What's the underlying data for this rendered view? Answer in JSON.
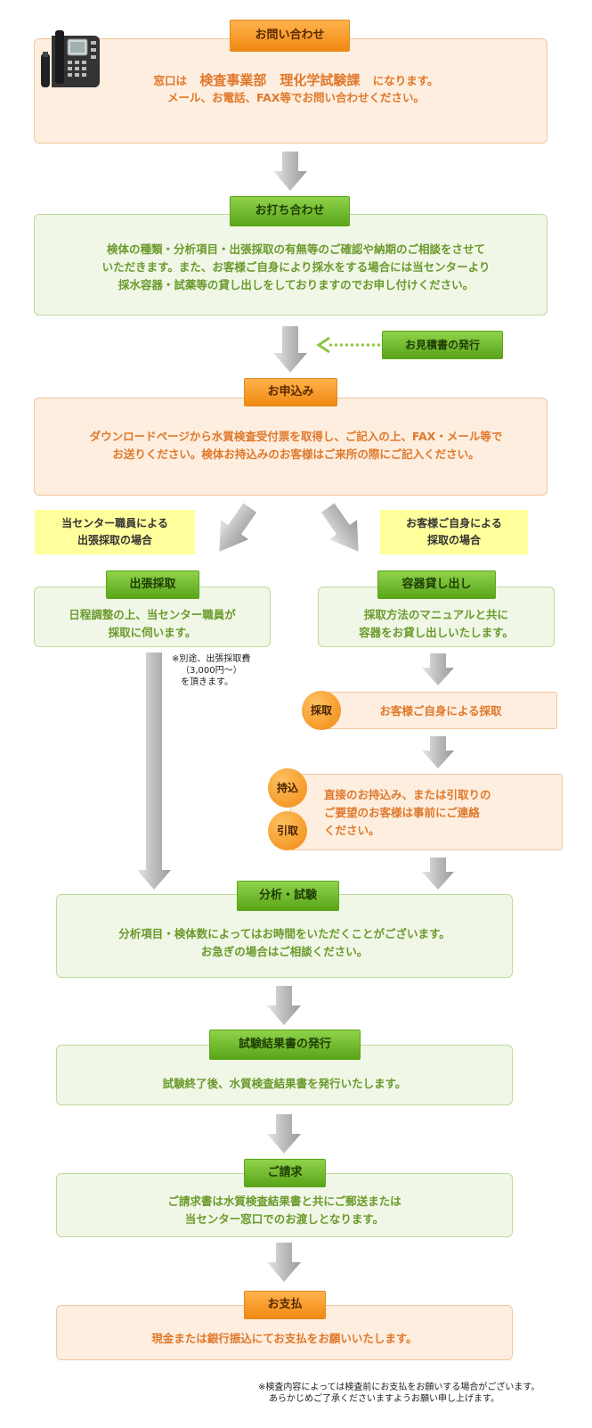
{
  "inquiry": {
    "label": "お問い合わせ",
    "line1_prefix": "窓口は",
    "line1_dept": "検査事業部　理化学試験課",
    "line1_suffix": "になります。",
    "line2": "メール、お電話、FAX等でお問い合わせください。"
  },
  "meeting": {
    "label": "お打ち合わせ",
    "line1": "検体の種類・分析項目・出張採取の有無等のご確認や納期のご相談をさせて",
    "line2": "いただきます。また、お客様ご自身により採水をする場合には当センターより",
    "line3": "採水容器・試薬等の貸し出しをしておりますのでお申し付けください。"
  },
  "estimate": {
    "label": "お見積書の発行"
  },
  "application": {
    "label": "お申込み",
    "line1": "ダウンロードページから水質検査受付票を取得し、ご記入の上、FAX・メール等で",
    "line2": "お送りください。検体お持込みのお客様はご来所の際にご記入ください。"
  },
  "branch_left": {
    "line1": "当センター職員による",
    "line2": "出張採取の場合"
  },
  "branch_right": {
    "line1": "お客様ご自身による",
    "line2": "採取の場合"
  },
  "field_sampling": {
    "label": "出張採取",
    "line1": "日程調整の上、当センター職員が",
    "line2": "採取に伺います。",
    "note1": "※別途、出張採取費",
    "note2": "（3,000円〜）",
    "note3": "を頂きます。"
  },
  "container_rental": {
    "label": "容器貸し出し",
    "line1": "採取方法のマニュアルと共に",
    "line2": "容器をお貸し出しいたします。"
  },
  "self_sampling": {
    "badge": "採取",
    "text": "お客様ご自身による採取"
  },
  "delivery": {
    "badge_bring": "持込",
    "badge_pickup": "引取",
    "line1": "直接のお持込み、または引取りの",
    "line2": "ご要望のお客様は事前にご連絡",
    "line3": "ください。"
  },
  "analysis": {
    "label": "分析・試験",
    "line1": "分析項目・検体数によってはお時間をいただくことがございます。",
    "line2": "お急ぎの場合はご相談ください。"
  },
  "report": {
    "label": "試験結果書の発行",
    "line1": "試験終了後、水質検査結果書を発行いたします。"
  },
  "billing": {
    "label": "ご請求",
    "line1": "ご請求書は水質検査結果書と共にご郵送または",
    "line2": "当センター窓口でのお渡しとなります。"
  },
  "payment": {
    "label": "お支払",
    "line1": "現金または銀行振込にてお支払をお願いいたします。"
  },
  "footnote": {
    "line1": "※検査内容によっては検査前にお支払をお願いする場合がございます。",
    "line2": "あらかじめご了承くださいますようお願い申し上げます。"
  },
  "icons": {
    "phone": "phone-icon"
  },
  "colors": {
    "orange_box": "#fdeee0",
    "green_box": "#f1f7e7",
    "orange_label": "#f08a12",
    "green_label": "#5aa51a"
  }
}
